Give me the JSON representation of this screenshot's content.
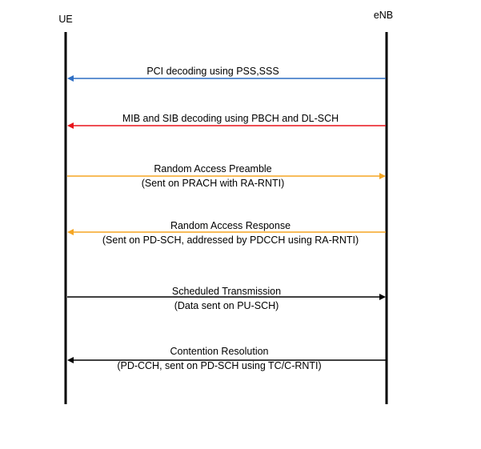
{
  "entities": {
    "left": "UE",
    "right": "eNB"
  },
  "messages": [
    {
      "direction": "to-left",
      "color": "#2F6FC4",
      "lines": [
        "PCI decoding using PSS,SSS"
      ]
    },
    {
      "direction": "to-left",
      "color": "#E8141B",
      "lines": [
        "MIB and SIB decoding using PBCH and DL-SCH"
      ]
    },
    {
      "direction": "to-right",
      "color": "#F5A623",
      "lines": [
        "Random Access Preamble",
        "(Sent on PRACH with RA-RNTI)"
      ]
    },
    {
      "direction": "to-left",
      "color": "#F5A623",
      "lines": [
        "Random Access Response",
        "(Sent on PD-SCH, addressed by PDCCH using RA-RNTI)"
      ]
    },
    {
      "direction": "to-right",
      "color": "#000000",
      "lines": [
        "Scheduled Transmission",
        "(Data sent on PU-SCH)"
      ]
    },
    {
      "direction": "to-left",
      "color": "#000000",
      "lines": [
        "Contention Resolution",
        "(PD-CCH, sent on PD-SCH using TC/C-RNTI)"
      ]
    }
  ]
}
